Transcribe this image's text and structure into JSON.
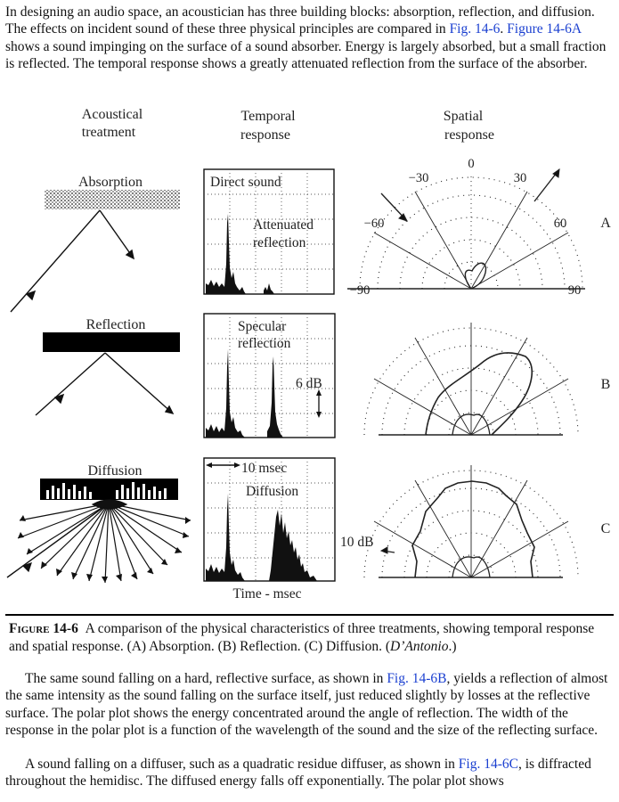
{
  "intro": {
    "part1": "In designing an audio space, an acoustician has three building blocks: absorption, reflection, and diffusion. The effects on incident sound of these three physical principles are compared in ",
    "link1": "Fig. 14-6",
    "part2": ". ",
    "link2": "Figure 14-6A",
    "part3": " shows a sound impinging on the surface of a sound absorber. Energy is largely absorbed, but a small fraction is reflected. The temporal response shows a greatly attenuated reflection from the surface of the absorber."
  },
  "figure": {
    "headers": {
      "treatment_1": "Acoustical",
      "treatment_2": "treatment",
      "temporal_1": "Temporal",
      "temporal_2": "response",
      "spatial_1": "Spatial",
      "spatial_2": "response"
    },
    "rows": [
      {
        "treatment": "Absorption",
        "temporal_label_1": "Direct sound",
        "temporal_label_2": "Attenuated",
        "temporal_label_3": "reflection",
        "letter": "A"
      },
      {
        "treatment": "Reflection",
        "temporal_label_1": "Specular",
        "temporal_label_2": "reflection",
        "temporal_label_3": "6 dB",
        "letter": "B"
      },
      {
        "treatment": "Diffusion",
        "temporal_label_1": "10 msec",
        "temporal_label_2": "Diffusion",
        "temporal_label_3": "10 dB",
        "letter": "C"
      }
    ],
    "polar_angles": {
      "a0": "0",
      "am30": "−30",
      "ap30": "30",
      "am60": "−60",
      "ap60": "60",
      "am90": "−90",
      "ap90": "90"
    },
    "time_axis": "Time - msec"
  },
  "caption": {
    "label": "Figure 14-6",
    "text": "A comparison of the physical characteristics of three treatments, showing temporal response and spatial response. (A) Absorption. (B) Reflection. (C) Diffusion. (",
    "credit": "D’Antonio",
    "end": ".)"
  },
  "para2": {
    "part1": "The same sound falling on a hard, reflective surface, as shown in ",
    "link": "Fig. 14-6B",
    "part2": ", yields a reflection of almost the same intensity as the sound falling on the surface itself, just reduced slightly by losses at the reflective surface. The polar plot shows the energy concentrated around the angle of reflection. The width of the response in the polar plot is a function of the wavelength of the sound and the size of the reflecting surface."
  },
  "para3": {
    "part1": "A sound falling on a diffuser, such as a quadratic residue diffuser, as shown in ",
    "link": "Fig. 14-6C",
    "part2": ", is diffracted throughout the hemidisc. The diffused energy falls off exponentially. The polar plot shows"
  }
}
